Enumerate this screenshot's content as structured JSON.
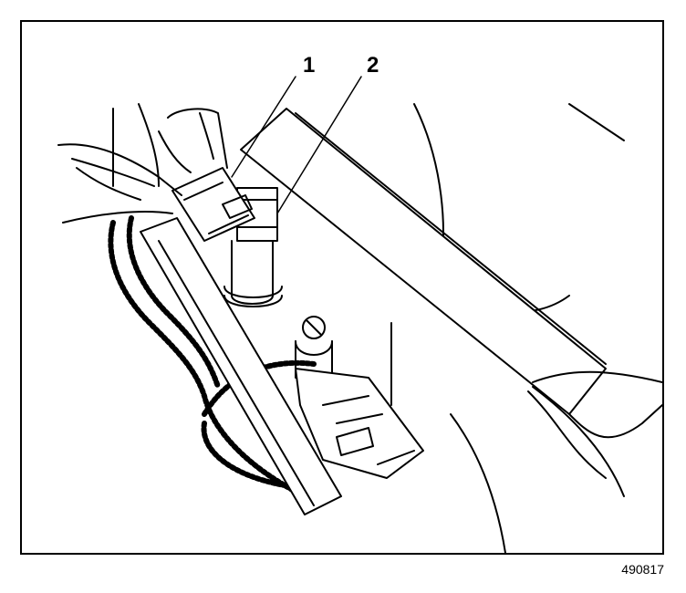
{
  "figure": {
    "callouts": [
      {
        "label": "1"
      },
      {
        "label": "2"
      }
    ],
    "figure_id": "490817"
  }
}
